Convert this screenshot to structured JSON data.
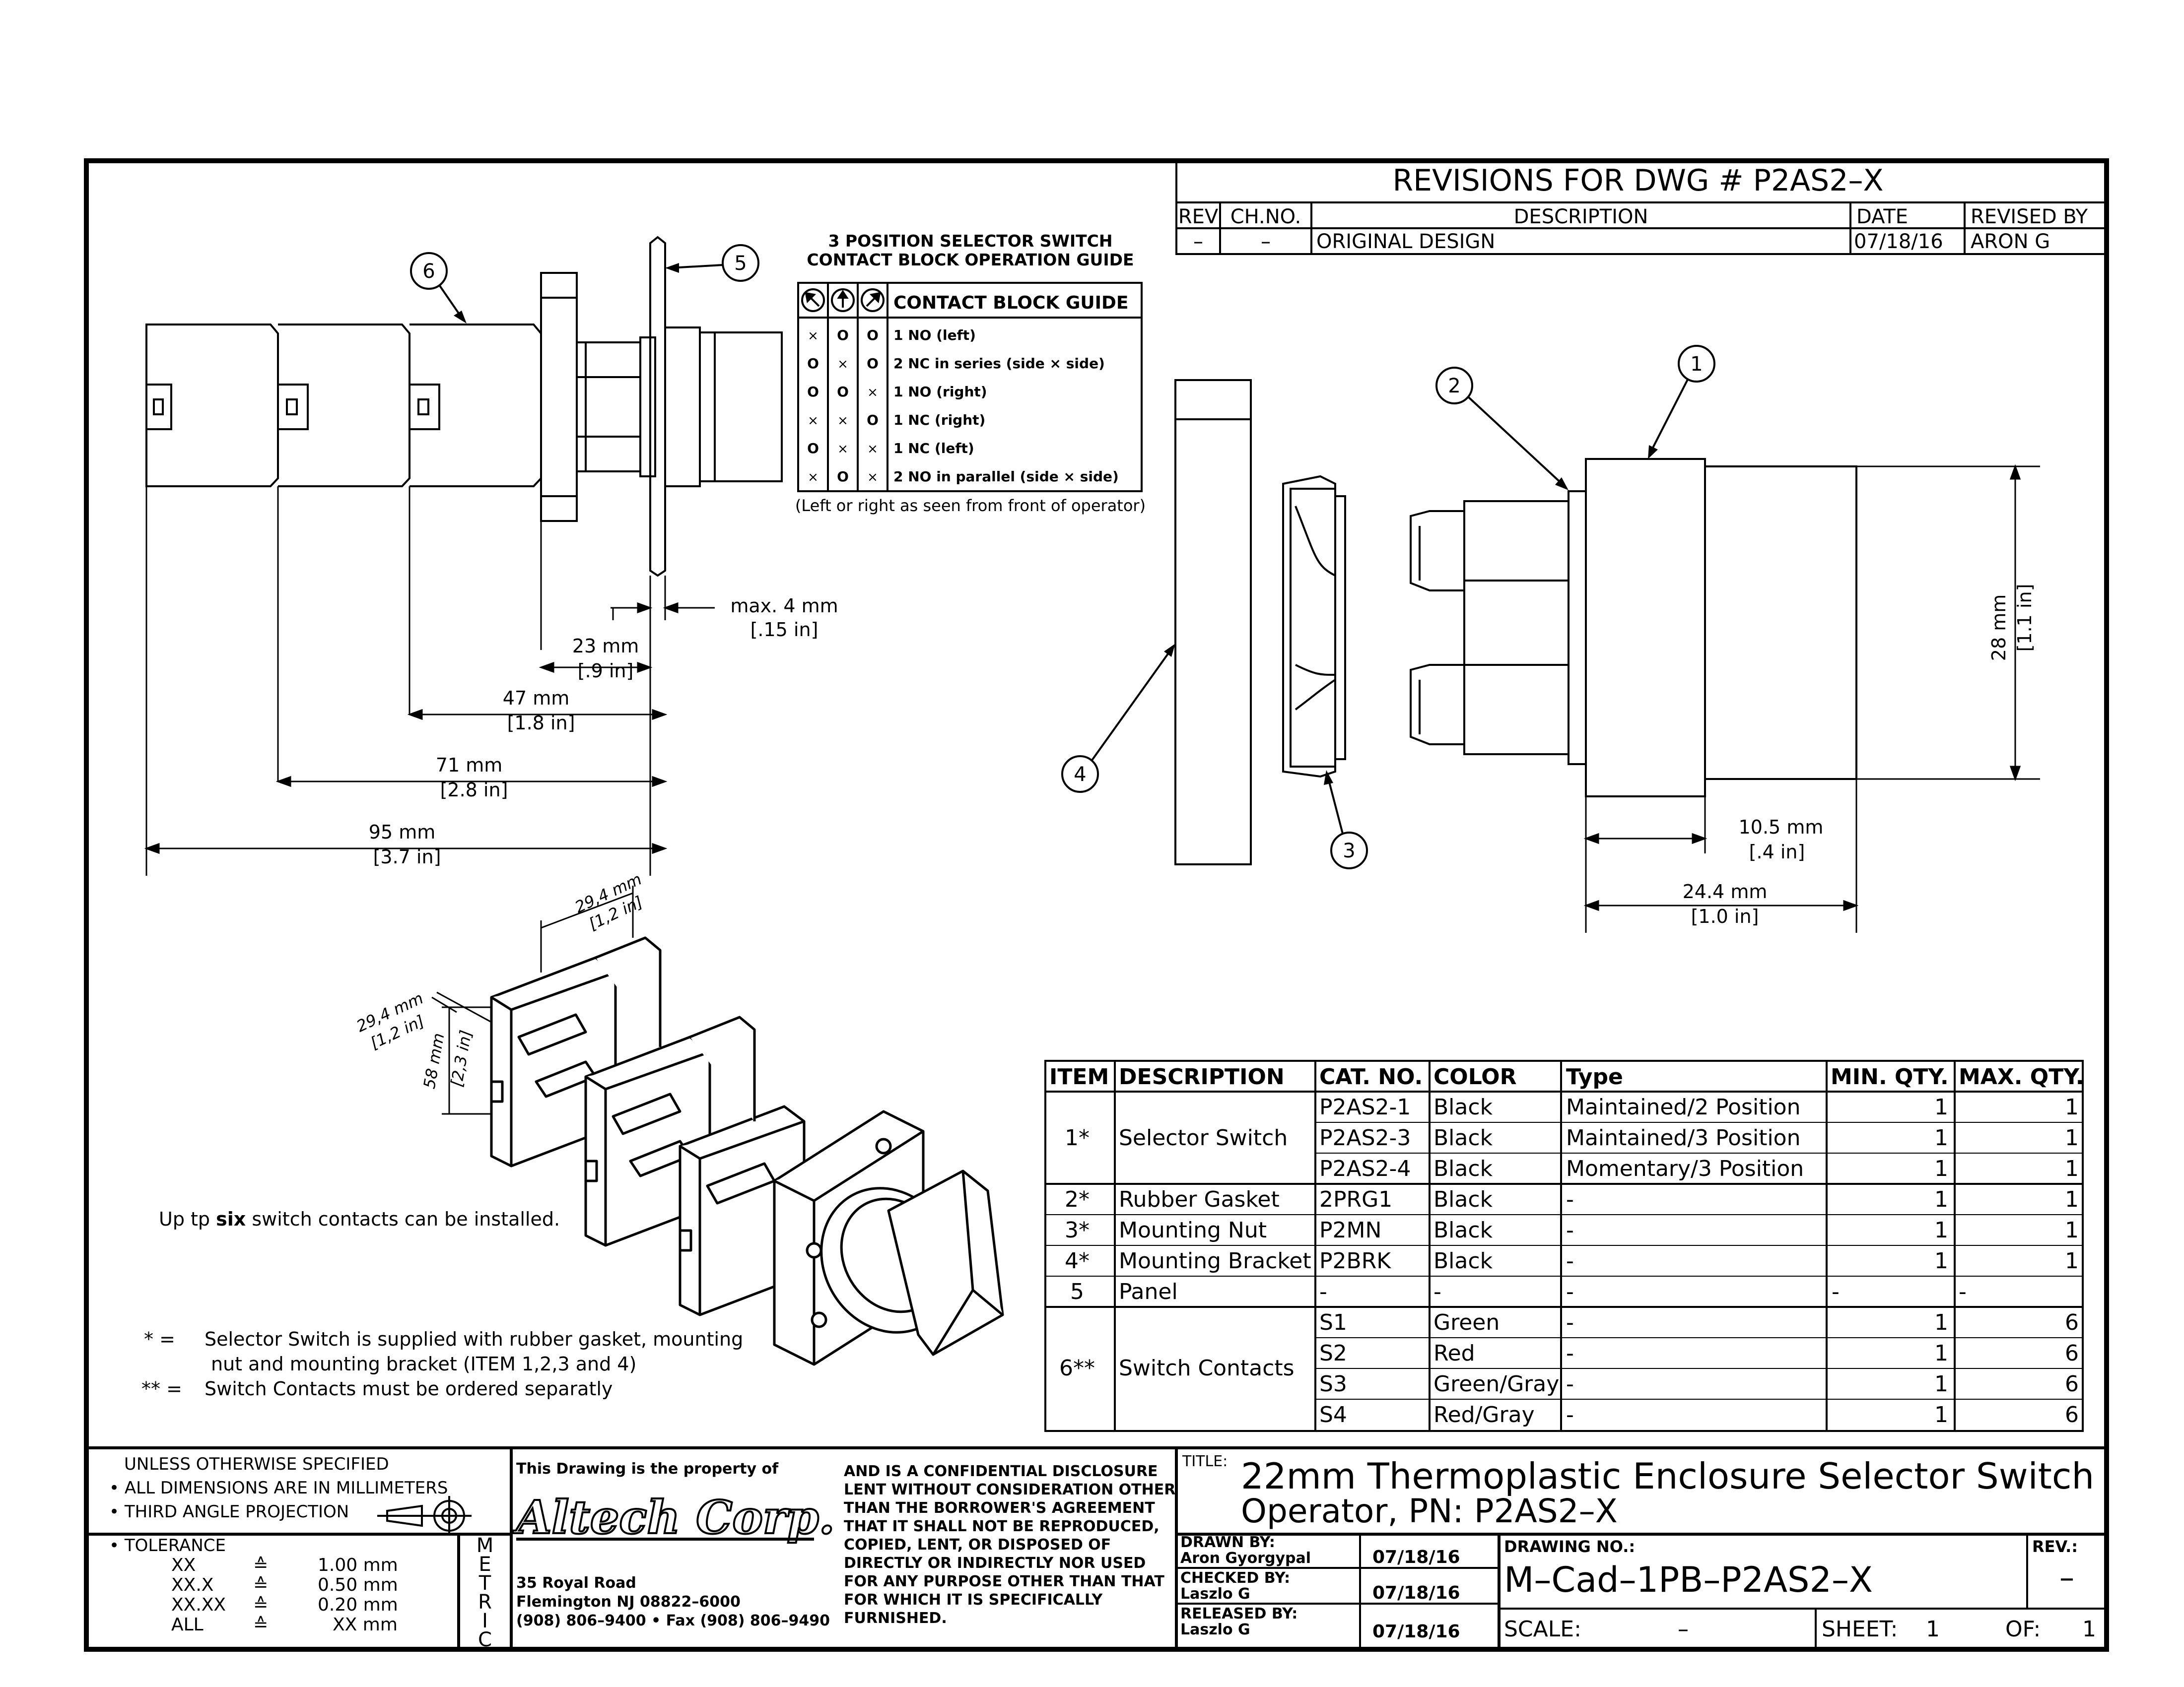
{
  "revisions": {
    "title": "REVISIONS  FOR  DWG  #  P2AS2–X",
    "headers": {
      "rev": "REV",
      "chno": "CH.NO.",
      "description": "DESCRIPTION",
      "date": "DATE",
      "revised_by": "REVISED  BY"
    },
    "row": {
      "rev": "–",
      "chno": "–",
      "description": "ORIGINAL  DESIGN",
      "date": "07/18/16",
      "revised_by": "ARON  G"
    }
  },
  "contact_guide": {
    "title_line1": "3 POSITION SELECTOR SWITCH",
    "title_line2": "CONTACT BLOCK OPERATION GUIDE",
    "header": "CONTACT BLOCK GUIDE",
    "rows": [
      {
        "p1": "×",
        "p2": "O",
        "p3": "O",
        "label": "1 NO (left)"
      },
      {
        "p1": "O",
        "p2": "×",
        "p3": "O",
        "label": "2 NC in series (side × side)"
      },
      {
        "p1": "O",
        "p2": "O",
        "p3": "×",
        "label": "1 NO (right)"
      },
      {
        "p1": "×",
        "p2": "×",
        "p3": "O",
        "label": "1 NC (right)"
      },
      {
        "p1": "O",
        "p2": "×",
        "p3": "×",
        "label": "1 NC (left)"
      },
      {
        "p1": "×",
        "p2": "O",
        "p3": "×",
        "label": "2 NO in parallel (side × side)"
      }
    ],
    "note": "(Left or right as seen from front of operator)"
  },
  "side_view": {
    "callout_6": "6",
    "callout_5": "5",
    "dim_max": "max. 4 mm",
    "dim_max_in": "[.15 in]",
    "dim_23": "23 mm",
    "dim_23_in": "[.9 in]",
    "dim_47": "47 mm",
    "dim_47_in": "[1.8 in]",
    "dim_71": "71 mm",
    "dim_71_in": "[2.8 in]",
    "dim_95": "95 mm",
    "dim_95_in": "[3.7 in]"
  },
  "exploded_view": {
    "callout_1": "1",
    "callout_2": "2",
    "callout_3": "3",
    "callout_4": "4",
    "dim_28": "28 mm",
    "dim_28_in": "[1.1 in]",
    "dim_105": "10.5 mm",
    "dim_105_in": "[.4 in]",
    "dim_244": "24.4 mm",
    "dim_244_in": "[1.0 in]"
  },
  "iso_view": {
    "dim_top": "29,4 mm",
    "dim_top_in": "[1,2 in]",
    "dim_left": "29,4 mm",
    "dim_left_in": "[1,2 in]",
    "dim_height": "58 mm",
    "dim_height_in": "[2,3 in]",
    "caption_pre": "Up tp ",
    "caption_bold": "six",
    "caption_post": " switch contacts can be installed."
  },
  "notes": {
    "n1_mark": "*   =",
    "n1_line1": "Selector Switch is supplied with rubber gasket, mounting",
    "n1_line2": "nut and mounting bracket (ITEM 1,2,3 and 4)",
    "n2_mark": "** =",
    "n2_line1": "Switch Contacts must be ordered separatly"
  },
  "bom": {
    "headers": {
      "item": "ITEM",
      "description": "DESCRIPTION",
      "cat_no": "CAT. NO.",
      "color": "COLOR",
      "type": "Type",
      "min_qty": "MIN. QTY.",
      "max_qty": "MAX. QTY."
    },
    "item1": {
      "item": "1*",
      "description": "Selector Switch",
      "rows": [
        {
          "cat_no": "P2AS2-1",
          "color": "Black",
          "type": "Maintained/2 Position",
          "min_qty": "1",
          "max_qty": "1"
        },
        {
          "cat_no": "P2AS2-3",
          "color": "Black",
          "type": "Maintained/3 Position",
          "min_qty": "1",
          "max_qty": "1"
        },
        {
          "cat_no": "P2AS2-4",
          "color": "Black",
          "type": "Momentary/3 Position",
          "min_qty": "1",
          "max_qty": "1"
        }
      ]
    },
    "item2": {
      "item": "2*",
      "description": "Rubber Gasket",
      "cat_no": "2PRG1",
      "color": "Black",
      "type": "-",
      "min_qty": "1",
      "max_qty": "1"
    },
    "item3": {
      "item": "3*",
      "description": "Mounting Nut",
      "cat_no": "P2MN",
      "color": "Black",
      "type": "-",
      "min_qty": "1",
      "max_qty": "1"
    },
    "item4": {
      "item": "4*",
      "description": "Mounting Bracket",
      "cat_no": "P2BRK",
      "color": "Black",
      "type": "-",
      "min_qty": "1",
      "max_qty": "1"
    },
    "item5": {
      "item": "5",
      "description": "Panel",
      "cat_no": "-",
      "color": "-",
      "type": "-",
      "min_qty": "-",
      "max_qty": "-"
    },
    "item6": {
      "item": "6**",
      "description": "Switch Contacts",
      "rows": [
        {
          "cat_no": "S1",
          "color": "Green",
          "type": "-",
          "min_qty": "1",
          "max_qty": "6"
        },
        {
          "cat_no": "S2",
          "color": "Red",
          "type": "-",
          "min_qty": "1",
          "max_qty": "6"
        },
        {
          "cat_no": "S3",
          "color": "Green/Gray",
          "type": "-",
          "min_qty": "1",
          "max_qty": "6"
        },
        {
          "cat_no": "S4",
          "color": "Red/Gray",
          "type": "-",
          "min_qty": "1",
          "max_qty": "6"
        }
      ]
    }
  },
  "title_block": {
    "unless": "UNLESS  OTHERWISE  SPECIFIED",
    "all_dims": "• ALL  DIMENSIONS  ARE  IN  MILLIMETERS",
    "third_angle": "• THIRD  ANGLE  PROJECTION",
    "tolerance": "• TOLERANCE",
    "tol_rows": [
      {
        "k": "XX",
        "v": "1.00 mm"
      },
      {
        "k": "XX.X",
        "v": "0.50 mm"
      },
      {
        "k": "XX.XX",
        "v": "0.20 mm"
      },
      {
        "k": "ALL",
        "v": "XX mm"
      }
    ],
    "metric": [
      "M",
      "E",
      "T",
      "R",
      "I",
      "C"
    ],
    "property_of": "This  Drawing  is  the  property  of",
    "company_logo": "Altech Corp.",
    "address1": "35  Royal  Road",
    "address2": "Flemington  NJ  08822–6000",
    "address3": "(908)  806–9400 • Fax  (908)  806–9490",
    "disclosure": [
      "AND  IS  A  CONFIDENTIAL  DISCLOSURE",
      "LENT  WITHOUT  CONSIDERATION  OTHER",
      "THAN  THE  BORROWER'S  AGREEMENT",
      "THAT  IT  SHALL  NOT  BE  REPRODUCED,",
      "COPIED,  LENT,  OR  DISPOSED  OF",
      "DIRECTLY  OR  INDIRECTLY  NOR  USED",
      "FOR  ANY  PURPOSE  OTHER  THAN  THAT",
      "FOR  WHICH  IT  IS  SPECIFICALLY",
      "FURNISHED."
    ],
    "title_label": "TITLE:",
    "title_line1": "22mm  Thermoplastic  Enclosure  Selector  Switch",
    "title_line2": "Operator,  PN:  P2AS2–X",
    "drawn_by_label": "DRAWN  BY:",
    "drawn_by": "Aron  Gyorgypal",
    "drawn_date": "07/18/16",
    "checked_by_label": "CHECKED  BY:",
    "checked_by": "Laszlo  G",
    "checked_date": "07/18/16",
    "released_by_label": "RELEASED  BY:",
    "released_by": "Laszlo  G",
    "released_date": "07/18/16",
    "drawing_no_label": "DRAWING  NO.:",
    "drawing_no": "M–Cad–1PB–P2AS2–X",
    "rev_label": "REV.:",
    "rev": "–",
    "scale_label": "SCALE:",
    "scale": "–",
    "sheet_label": "SHEET:",
    "sheet": "1",
    "of_label": "OF:",
    "of": "1"
  }
}
